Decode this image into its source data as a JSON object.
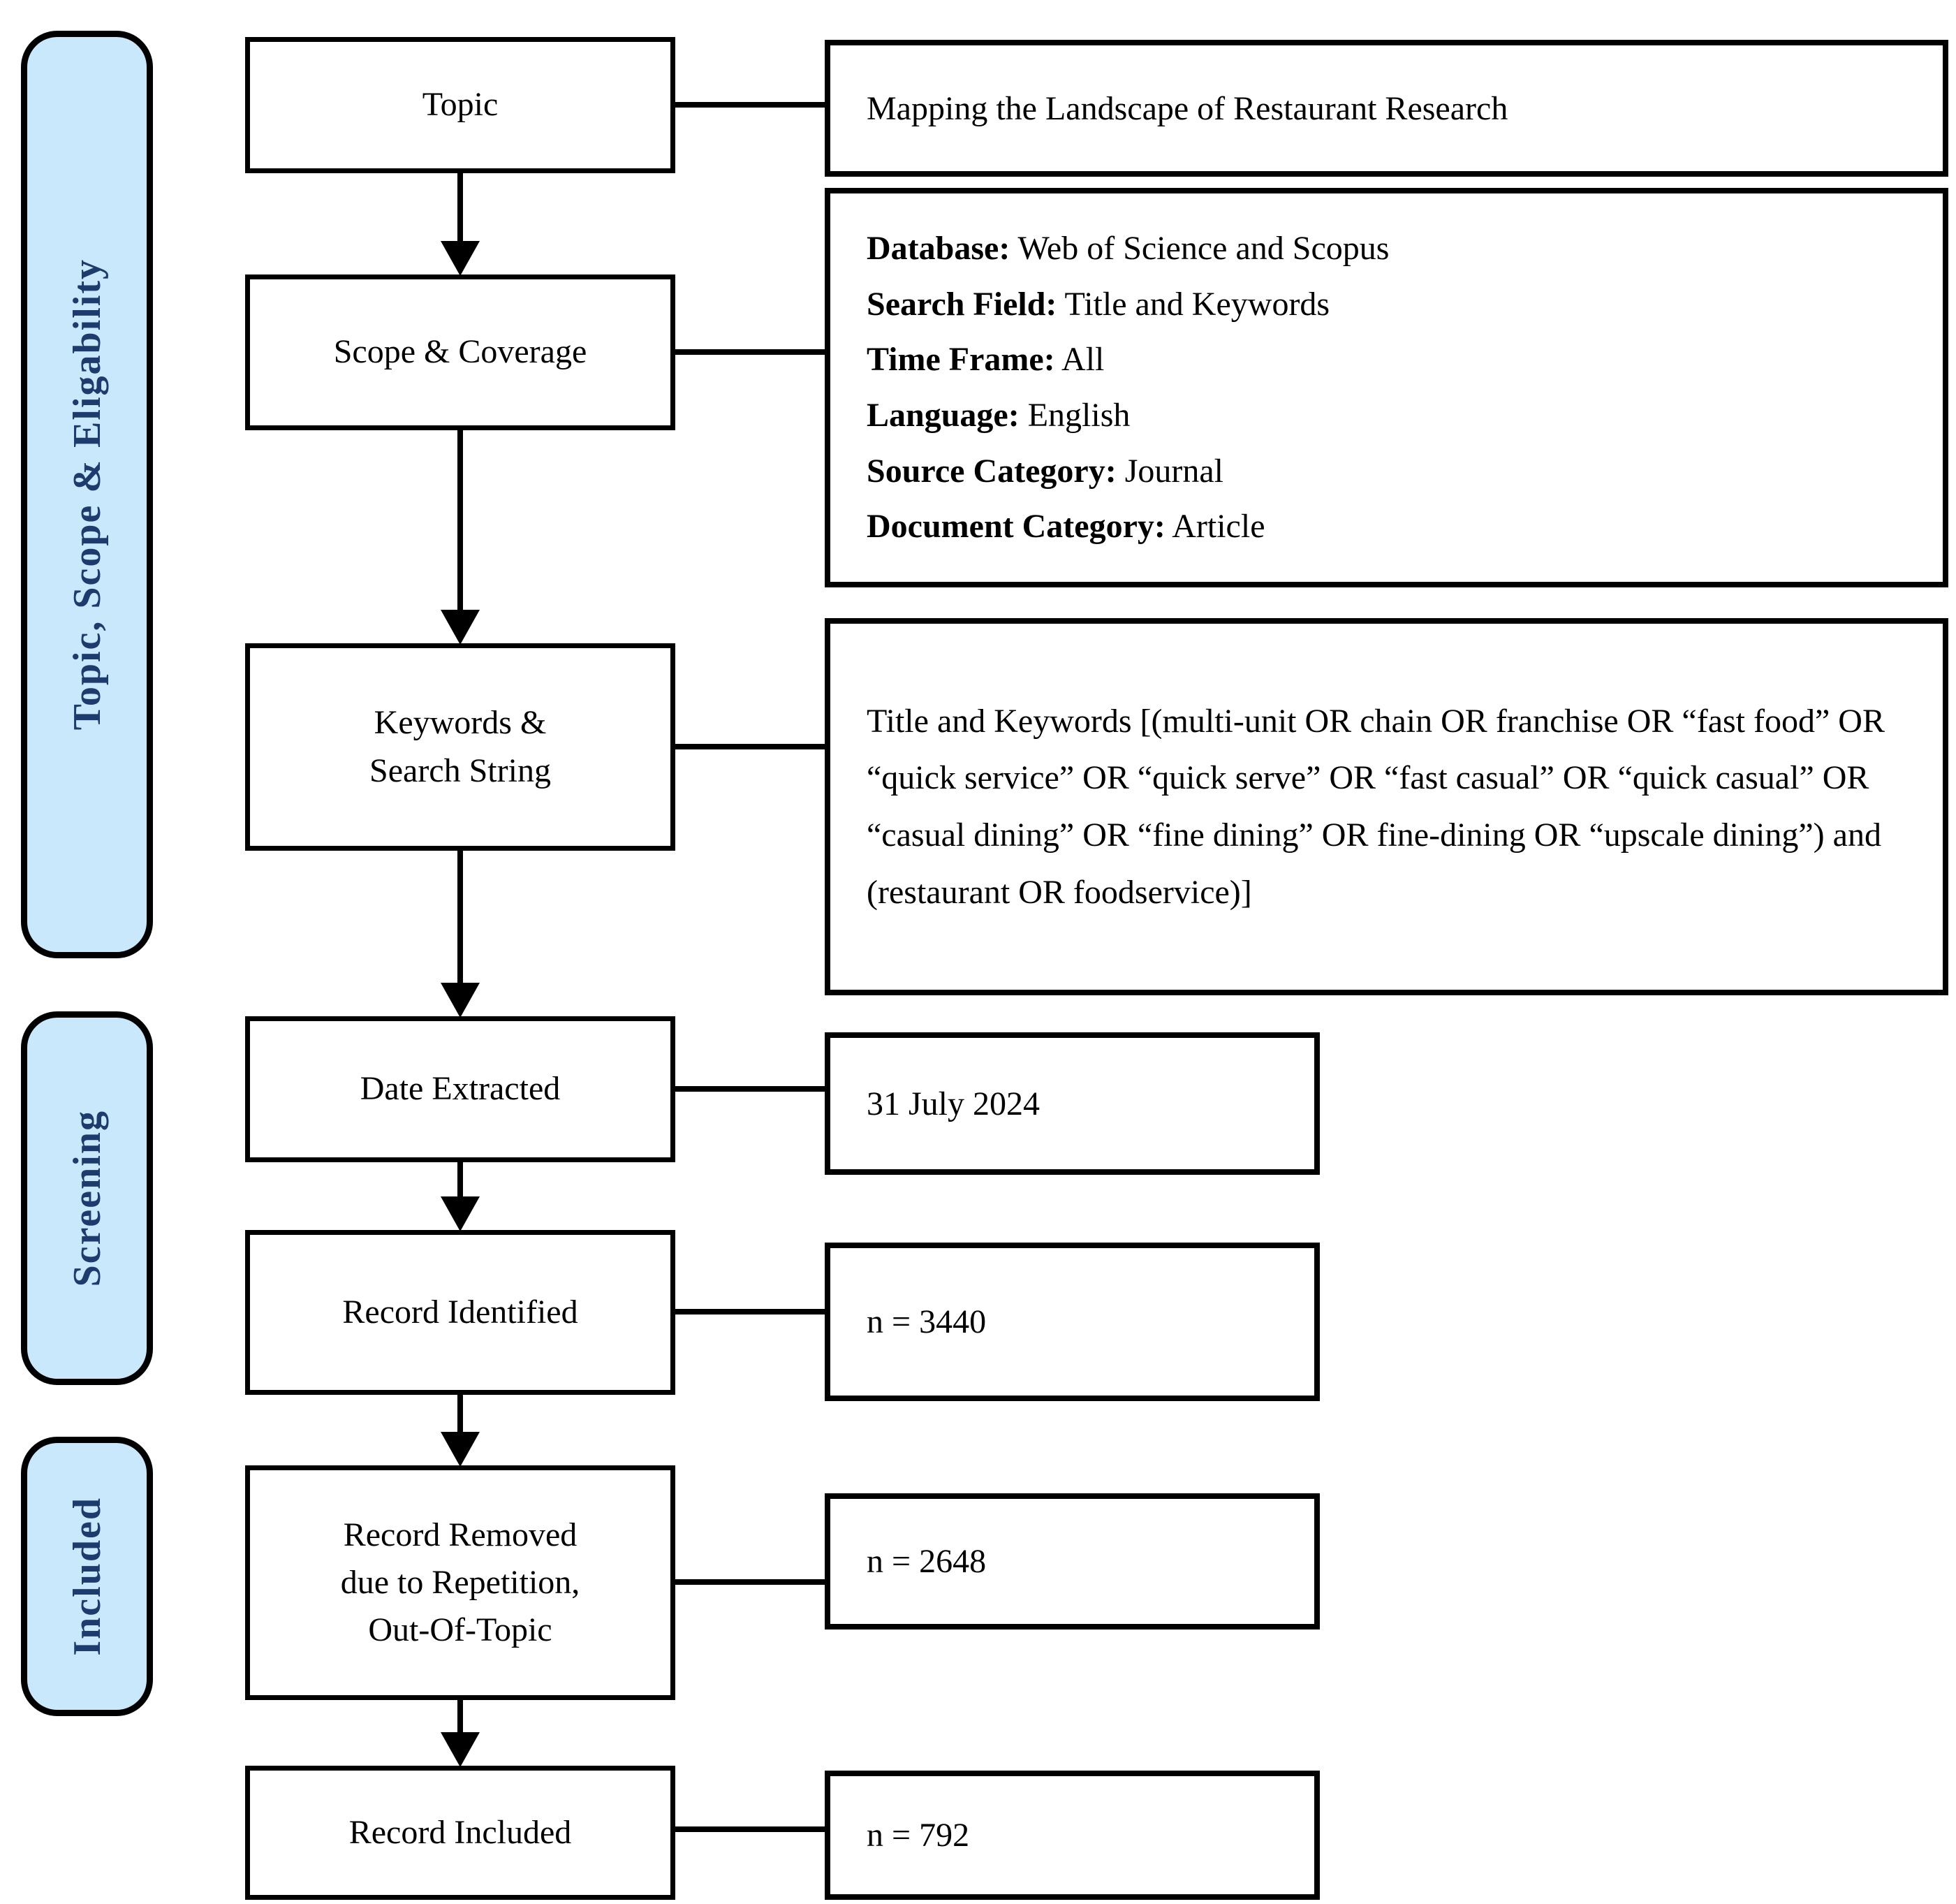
{
  "diagram_title": "Research record selection flow diagram",
  "colors": {
    "sidebar_fill": "#c9e8fb",
    "sidebar_text": "#1d3c6d",
    "border": "#000000",
    "box_fill": "#ffffff",
    "text": "#000000"
  },
  "sidebar": {
    "items": [
      {
        "label": "Topic, Scope & Eligability"
      },
      {
        "label": "Screening"
      },
      {
        "label": "Included"
      }
    ]
  },
  "flow": {
    "steps": [
      {
        "lines": [
          "Topic"
        ]
      },
      {
        "lines": [
          "Scope & Coverage"
        ]
      },
      {
        "lines": [
          "Keywords &",
          "Search String"
        ]
      },
      {
        "lines": [
          "Date Extracted"
        ]
      },
      {
        "lines": [
          "Record Identified"
        ]
      },
      {
        "lines": [
          "Record Removed",
          "due to Repetition,",
          "Out-Of-Topic"
        ]
      },
      {
        "lines": [
          "Record Included"
        ]
      }
    ]
  },
  "details": {
    "topic": "Mapping the Landscape of Restaurant Research",
    "scope_fields": [
      {
        "label": "Database:",
        "value": " Web of Science and Scopus"
      },
      {
        "label": "Search Field:",
        "value": " Title and Keywords"
      },
      {
        "label": "Time Frame:",
        "value": " All"
      },
      {
        "label": "Language:",
        "value": " English"
      },
      {
        "label": "Source Category:",
        "value": " Journal"
      },
      {
        "label": "Document Category:",
        "value": " Article"
      }
    ],
    "search_string": "Title and Keywords [(multi-unit OR chain OR franchise OR “fast food” OR “quick service” OR “quick serve” OR “fast casual” OR “quick casual” OR “casual dining” OR “fine dining” OR fine-dining OR “upscale dining”) and (restaurant OR foodservice)]",
    "date_extracted": "31 July 2024",
    "records_identified": "n = 3440",
    "records_removed": "n = 2648",
    "records_included": "n = 792"
  }
}
